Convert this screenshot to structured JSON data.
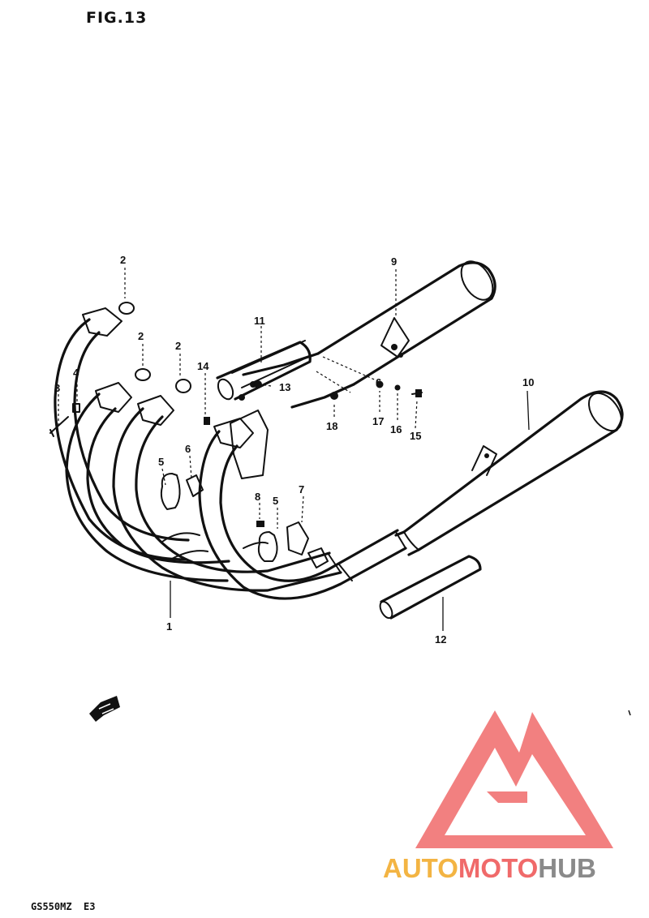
{
  "figure": {
    "title": "FIG.13",
    "model": "GS550MZ  E3"
  },
  "callouts": [
    {
      "id": "c1",
      "label": "1"
    },
    {
      "id": "c2a",
      "label": "2"
    },
    {
      "id": "c2b",
      "label": "2"
    },
    {
      "id": "c2c",
      "label": "2"
    },
    {
      "id": "c3",
      "label": "3"
    },
    {
      "id": "c4",
      "label": "4"
    },
    {
      "id": "c5a",
      "label": "5"
    },
    {
      "id": "c5b",
      "label": "5"
    },
    {
      "id": "c6a",
      "label": "6"
    },
    {
      "id": "c6b",
      "label": "6"
    },
    {
      "id": "c7",
      "label": "7"
    },
    {
      "id": "c8",
      "label": "8"
    },
    {
      "id": "c9",
      "label": "9"
    },
    {
      "id": "c10",
      "label": "10"
    },
    {
      "id": "c11",
      "label": "11"
    },
    {
      "id": "c12",
      "label": "12"
    },
    {
      "id": "c13",
      "label": "13"
    },
    {
      "id": "c14",
      "label": "14"
    },
    {
      "id": "c15",
      "label": "15"
    },
    {
      "id": "c16",
      "label": "16"
    },
    {
      "id": "c17",
      "label": "17"
    },
    {
      "id": "c18",
      "label": "18"
    }
  ],
  "watermark": {
    "part1": "AUTO",
    "part2": "MOTO",
    "part3": "HUB"
  },
  "colors": {
    "ink": "#111111",
    "watermark_red": "#f06a6a",
    "watermark_orange": "#f3b443",
    "watermark_grey": "#8a8a8a"
  },
  "icons": {
    "front_arrow": "front-arrow-icon",
    "logo": "automotohub-logo-icon"
  }
}
